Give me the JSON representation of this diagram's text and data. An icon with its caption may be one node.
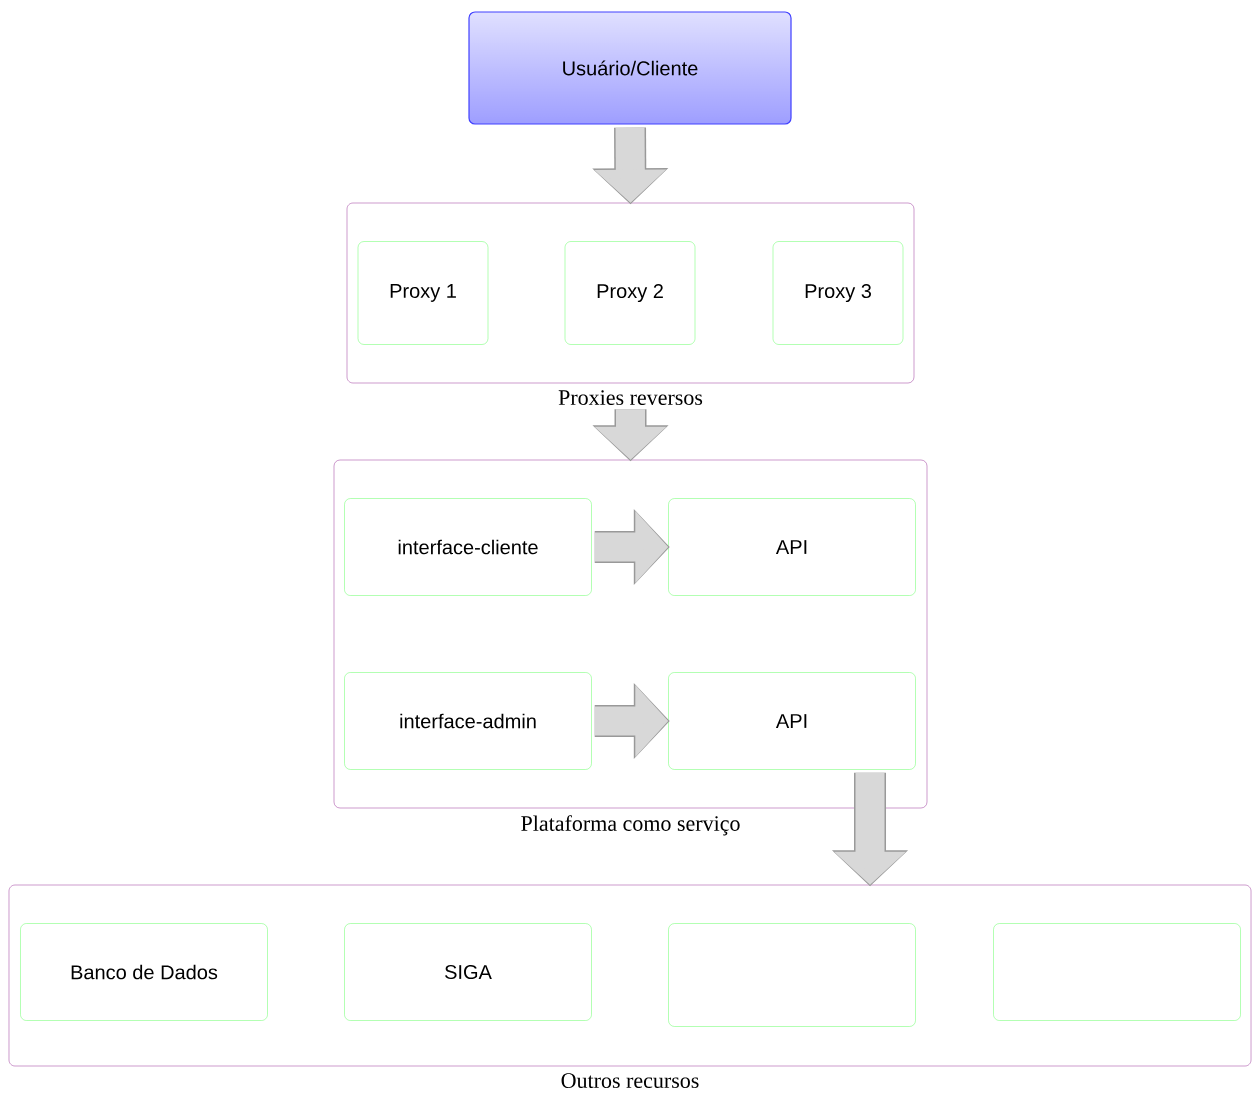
{
  "diagram": {
    "nodes": [
      {
        "text": [
          "Usuário/Cliente"
        ]
      },
      {
        "text": [
          "Proxies reversos"
        ]
      },
      {
        "text": [
          "Proxy 1"
        ],
        "in": 1
      },
      {
        "text": [
          "Proxy 2"
        ],
        "in": 1
      },
      {
        "text": [
          "Proxy 3"
        ],
        "in": 1
      },
      {
        "text": [
          "Plataforma como serviço"
        ]
      },
      {
        "text": [
          "interface-cliente"
        ],
        "in": 5
      },
      {
        "text": [
          "API"
        ],
        "in": 5
      },
      {
        "text": [
          "interface-admin"
        ],
        "in": 5
      },
      {
        "text": [
          "API"
        ],
        "in": 5
      },
      {
        "text": [
          "Outros recursos"
        ]
      },
      {
        "text": [
          "Banco de Dados"
        ],
        "in": 10
      },
      {
        "text": [
          "SIGA"
        ],
        "in": 10
      },
      {
        "text": [],
        "shape": "box",
        "in": 10
      },
      {
        "text": [],
        "shape": "box",
        "in": 10
      }
    ],
    "edges": [
      {
        "from": 0,
        "to": 1,
        "arrow": "to"
      },
      {
        "from": 1,
        "to": 5,
        "arrow": "to"
      },
      {
        "from": 6,
        "to": 7,
        "arrow": "to"
      },
      {
        "from": 8,
        "to": 9,
        "arrow": "to"
      },
      {
        "from": 9,
        "to": 10,
        "arrow": "to"
      }
    ]
  }
}
